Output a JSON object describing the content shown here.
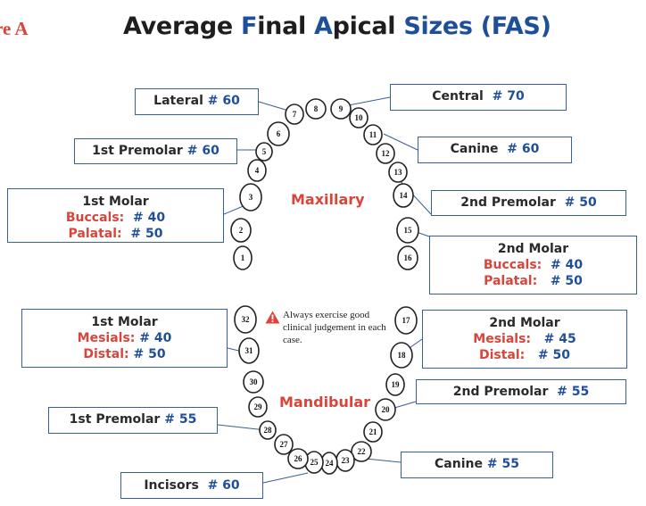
{
  "figure_label": "re A",
  "title": {
    "part1": "Average ",
    "part2": "F",
    "part3": "inal ",
    "part4": "A",
    "part5": "pical ",
    "part6": "Sizes",
    "part7": " (FAS)"
  },
  "arches": {
    "maxillary": "Maxillary",
    "mandibular": "Mandibular"
  },
  "warning": "Always exercise good clinical judgement in each case.",
  "colors": {
    "blue": "#1f4f99",
    "red": "#d9453b",
    "border": "#3a5f94"
  },
  "labels": {
    "lateral": {
      "name": "Lateral",
      "size": "# 60"
    },
    "central": {
      "name": "Central",
      "size": "# 70"
    },
    "max_premolar1": {
      "name": "1st Premolar",
      "size": "# 60"
    },
    "max_canine": {
      "name": "Canine",
      "size": "# 60"
    },
    "max_molar1": {
      "name": "1st Molar",
      "r1_label": "Buccals:",
      "r1_size": "# 40",
      "r2_label": "Palatal:",
      "r2_size": "# 50"
    },
    "max_premolar2": {
      "name": "2nd Premolar",
      "size": "# 50"
    },
    "max_molar2": {
      "name": "2nd Molar",
      "r1_label": "Buccals:",
      "r1_size": "# 40",
      "r2_label": "Palatal:",
      "r2_size": "# 50"
    },
    "man_molar1": {
      "name": "1st Molar",
      "r1_label": "Mesials:",
      "r1_size": "# 40",
      "r2_label": "Distal:",
      "r2_size": "# 50"
    },
    "man_molar2": {
      "name": "2nd Molar",
      "r1_label": "Mesials:",
      "r1_size": "# 45",
      "r2_label": "Distal:",
      "r2_size": "# 50"
    },
    "man_premolar2": {
      "name": "2nd Premolar",
      "size": "# 55"
    },
    "man_premolar1": {
      "name": "1st Premolar",
      "size": "# 55"
    },
    "man_canine": {
      "name": "Canine",
      "size": "# 55"
    },
    "incisors": {
      "name": "Incisors",
      "size": "# 60"
    }
  },
  "teeth": {
    "upper": [
      "1",
      "2",
      "3",
      "4",
      "5",
      "6",
      "7",
      "8",
      "9",
      "10",
      "11",
      "12",
      "13",
      "14",
      "15",
      "16"
    ],
    "lower": [
      "17",
      "18",
      "19",
      "20",
      "21",
      "22",
      "23",
      "24",
      "25",
      "26",
      "27",
      "28",
      "29",
      "30",
      "31",
      "32"
    ]
  }
}
